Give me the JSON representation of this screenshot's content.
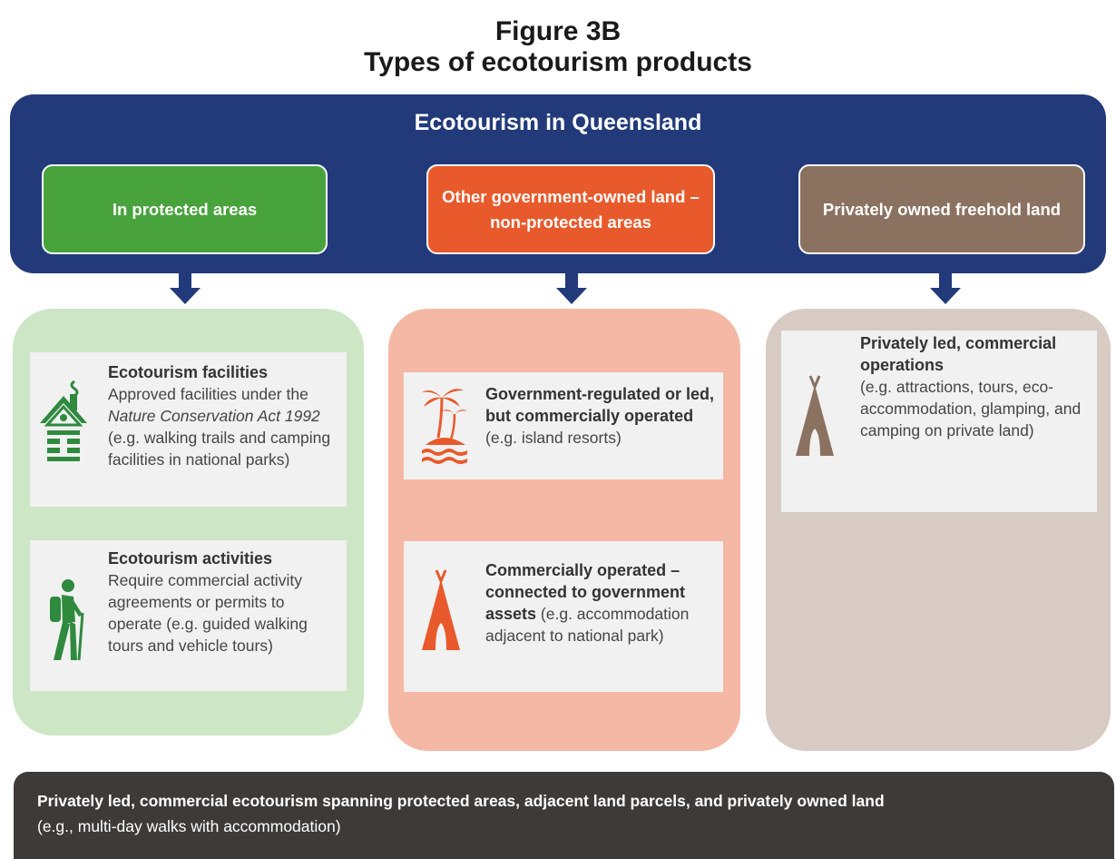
{
  "figure": {
    "label": "Figure 3B",
    "caption": "Types of ecotourism products"
  },
  "banner": {
    "title": "Ecotourism in Queensland"
  },
  "categories": [
    {
      "label": "In protected areas",
      "color": "#49a33d"
    },
    {
      "label": "Other government-owned land – non-protected areas",
      "color": "#e85a2b"
    },
    {
      "label": "Privately owned freehold land",
      "color": "#8b7260"
    }
  ],
  "protected": {
    "facilities": {
      "heading": "Ecotourism facilities",
      "text_before": "Approved facilities under the ",
      "act": "Nature Conservation Act 1992",
      "text_after": " (e.g. walking trails and camping facilities in national parks)",
      "icon": "cabin-icon"
    },
    "activities": {
      "heading": "Ecotourism activities",
      "text": "Require commercial activity agreements or permits to operate (e.g. guided walking tours and vehicle tours)",
      "icon": "hiker-icon"
    }
  },
  "government": {
    "regulated": {
      "heading": "Government-regulated or led, but commercially operated",
      "text": " (e.g. island resorts)",
      "icon": "island-icon"
    },
    "connected": {
      "heading": "Commercially operated – connected to government assets",
      "text": " (e.g. accommodation adjacent to national park)",
      "icon": "tent-icon"
    }
  },
  "private": {
    "operations": {
      "heading": "Privately led, commercial operations",
      "text": "(e.g. attractions, tours, eco-accommodation, glamping, and camping on private land)",
      "icon": "tent-icon"
    }
  },
  "footer": {
    "bold": "Privately led, commercial ecotourism spanning protected areas, adjacent land parcels, and privately owned land",
    "note": "(e.g., multi-day walks with accommodation)"
  },
  "colors": {
    "banner": "#223a7a",
    "protected_panel": "#cde6c6",
    "government_panel": "#f5b8a4",
    "private_panel": "#d7cbc3",
    "footer": "#3d3a38"
  }
}
